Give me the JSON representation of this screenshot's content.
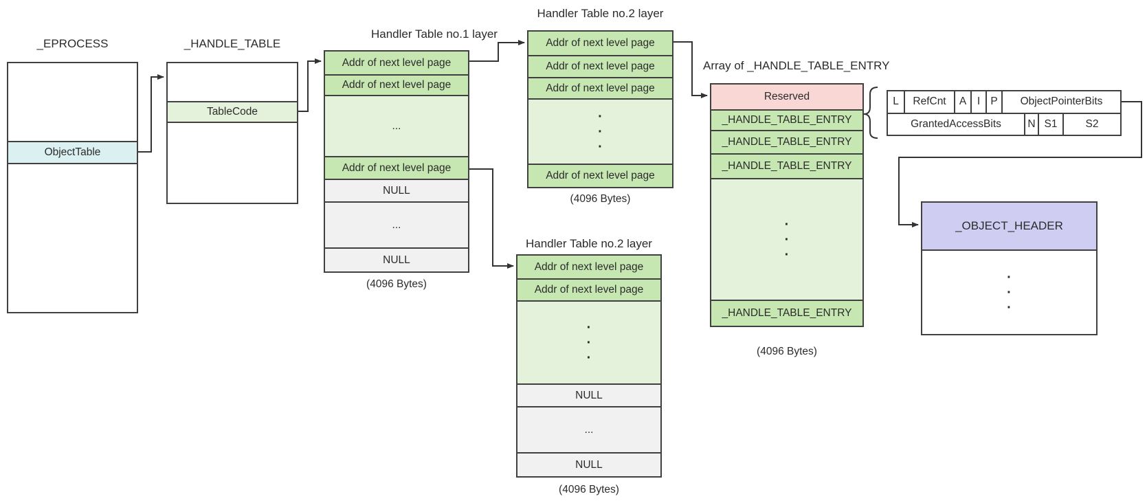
{
  "colors": {
    "border": "#404040",
    "connector": "#333333",
    "green_row": "#c6e7b2",
    "green_light": "#e4f2db",
    "gray_cell": "#f1f1f1",
    "pink": "#f9d7d5",
    "lavender": "#cfcef2",
    "cyan": "#dbf0f1",
    "text": "#2b2b2b"
  },
  "eprocess": {
    "title": "_EPROCESS",
    "cell": "ObjectTable"
  },
  "handle_table": {
    "title": "_HANDLE_TABLE",
    "cell": "TableCode"
  },
  "handler_table_1": {
    "title": "Handler Table no.1 layer",
    "caption": "(4096 Bytes)",
    "rows": [
      "Addr of next level page",
      "Addr of next level page",
      "...",
      "Addr of next level page",
      "NULL",
      "...",
      "NULL"
    ]
  },
  "handler_table_2_top": {
    "title": "Handler Table no.2 layer",
    "caption": "(4096 Bytes)",
    "rows": [
      "Addr of next level page",
      "Addr of next level page",
      "Addr of next level page",
      "·\n·\n·",
      "Addr of next level page"
    ]
  },
  "handler_table_2_bottom": {
    "title": "Handler Table no.2 layer",
    "caption": "(4096 Bytes)",
    "rows": [
      "Addr of next level page",
      "Addr of next level page",
      "·\n·\n·",
      "NULL",
      "...",
      "NULL"
    ]
  },
  "entry_array": {
    "title": "Array of _HANDLE_TABLE_ENTRY",
    "caption": "(4096 Bytes)",
    "rows": [
      "Reserved",
      "_HANDLE_TABLE_ENTRY",
      "_HANDLE_TABLE_ENTRY",
      "_HANDLE_TABLE_ENTRY",
      "·\n·\n·",
      "_HANDLE_TABLE_ENTRY"
    ]
  },
  "entry_bits": {
    "row1": [
      "L",
      "RefCnt",
      "A",
      "I",
      "P",
      "ObjectPointerBits"
    ],
    "row2": [
      "GrantedAccessBits",
      "N",
      "S1",
      "S2"
    ]
  },
  "object_header": {
    "title": "_OBJECT_HEADER",
    "dots": "·\n·\n·"
  }
}
